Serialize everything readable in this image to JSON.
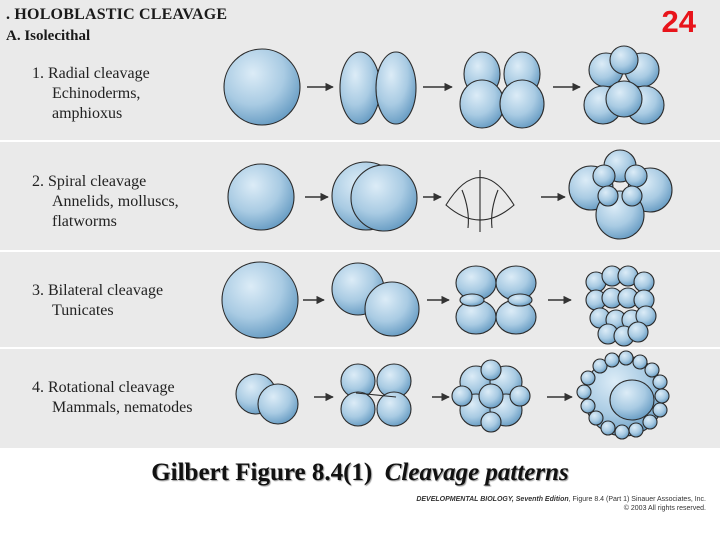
{
  "header": {
    "title": ". HOLOBLASTIC CLEAVAGE",
    "subtitle": "A.  Isolecithal",
    "slide_number": "24"
  },
  "rows": [
    {
      "name": "Radial",
      "lines": [
        "1.  Radial cleavage",
        "Echinoderms,",
        "amphioxus"
      ]
    },
    {
      "name": "Spiral",
      "lines": [
        "2.  Spiral cleavage",
        "Annelids, molluscs,",
        "flatworms"
      ]
    },
    {
      "name": "Bilateral",
      "lines": [
        "3.  Bilateral cleavage",
        "Tunicates"
      ]
    },
    {
      "name": "Rotational",
      "lines": [
        "4.  Rotational cleavage",
        "Mammals, nematodes"
      ]
    }
  ],
  "caption": {
    "figure": "Gilbert Figure 8.4(1)",
    "title": "Cleavage patterns"
  },
  "credit": {
    "line1_book": "DEVELOPMENTAL BIOLOGY, Seventh Edition",
    "line1_rest": ", Figure 8.4 (Part 1)  Sinauer Associates, Inc.",
    "line2": "© 2003 All rights reserved."
  },
  "colors": {
    "cell_light": "#dcecf7",
    "cell_mid": "#a9cbe3",
    "cell_dark": "#5f96bf",
    "outline": "#2b2b2b",
    "slide_number": "#e8141b",
    "panel": "#eaeaea"
  }
}
